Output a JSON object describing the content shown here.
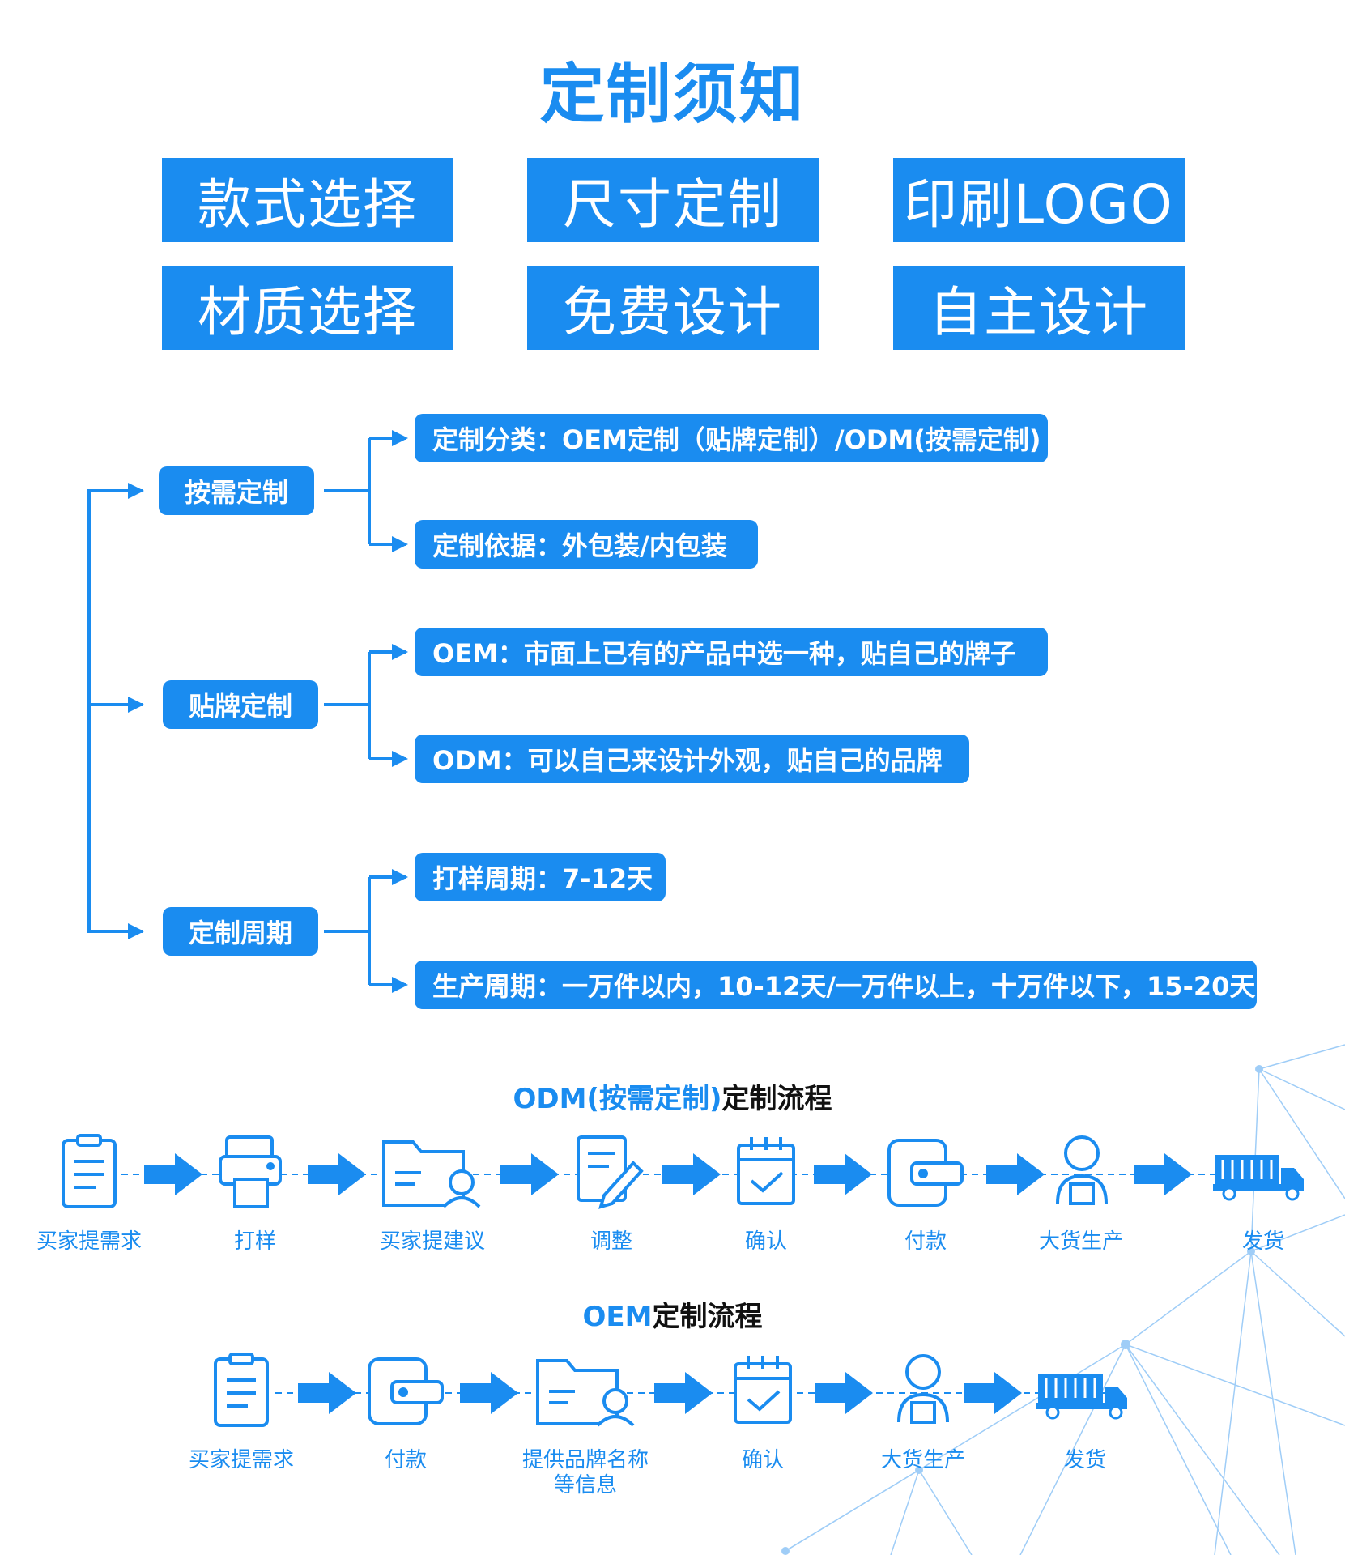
{
  "title": "定制须知",
  "features": [
    "款式选择",
    "尺寸定制",
    "印刷LOGO",
    "材质选择",
    "免费设计",
    "自主设计"
  ],
  "tree": [
    {
      "node": "按需定制",
      "details": [
        "定制分类：OEM定制（贴牌定制）/ODM(按需定制)",
        "定制依据：外包装/内包装"
      ]
    },
    {
      "node": "贴牌定制",
      "details": [
        "OEM：市面上已有的产品中选一种，贴自己的牌子",
        "ODM：可以自己来设计外观，贴自己的品牌"
      ]
    },
    {
      "node": "定制周期",
      "details": [
        "打样周期：7-12天",
        "生产周期：一万件以内，10-12天/一万件以上，十万件以下，15-20天"
      ]
    }
  ],
  "odm_flow": {
    "title_blue": "ODM(按需定制)",
    "title_black": "定制流程",
    "steps": [
      {
        "label": "买家提需求",
        "icon": "clipboard-icon"
      },
      {
        "label": "打样",
        "icon": "printer-icon"
      },
      {
        "label": "买家提建议",
        "icon": "folder-user-icon"
      },
      {
        "label": "调整",
        "icon": "edit-document-icon"
      },
      {
        "label": "确认",
        "icon": "calendar-check-icon"
      },
      {
        "label": "付款",
        "icon": "wallet-icon"
      },
      {
        "label": "大货生产",
        "icon": "worker-icon"
      },
      {
        "label": "发货",
        "icon": "truck-icon"
      }
    ]
  },
  "oem_flow": {
    "title_blue": "OEM",
    "title_black": "定制流程",
    "steps": [
      {
        "label": "买家提需求",
        "icon": "clipboard-icon"
      },
      {
        "label": "付款",
        "icon": "wallet-icon"
      },
      {
        "label": "提供品牌名称",
        "label2": "等信息",
        "icon": "folder-user-icon"
      },
      {
        "label": "确认",
        "icon": "calendar-check-icon"
      },
      {
        "label": "大货生产",
        "icon": "worker-icon"
      },
      {
        "label": "发货",
        "icon": "truck-icon"
      }
    ]
  },
  "colors": {
    "accent": "#1a8cf0",
    "text_dark": "#111111",
    "network": "#9fcdf7"
  }
}
